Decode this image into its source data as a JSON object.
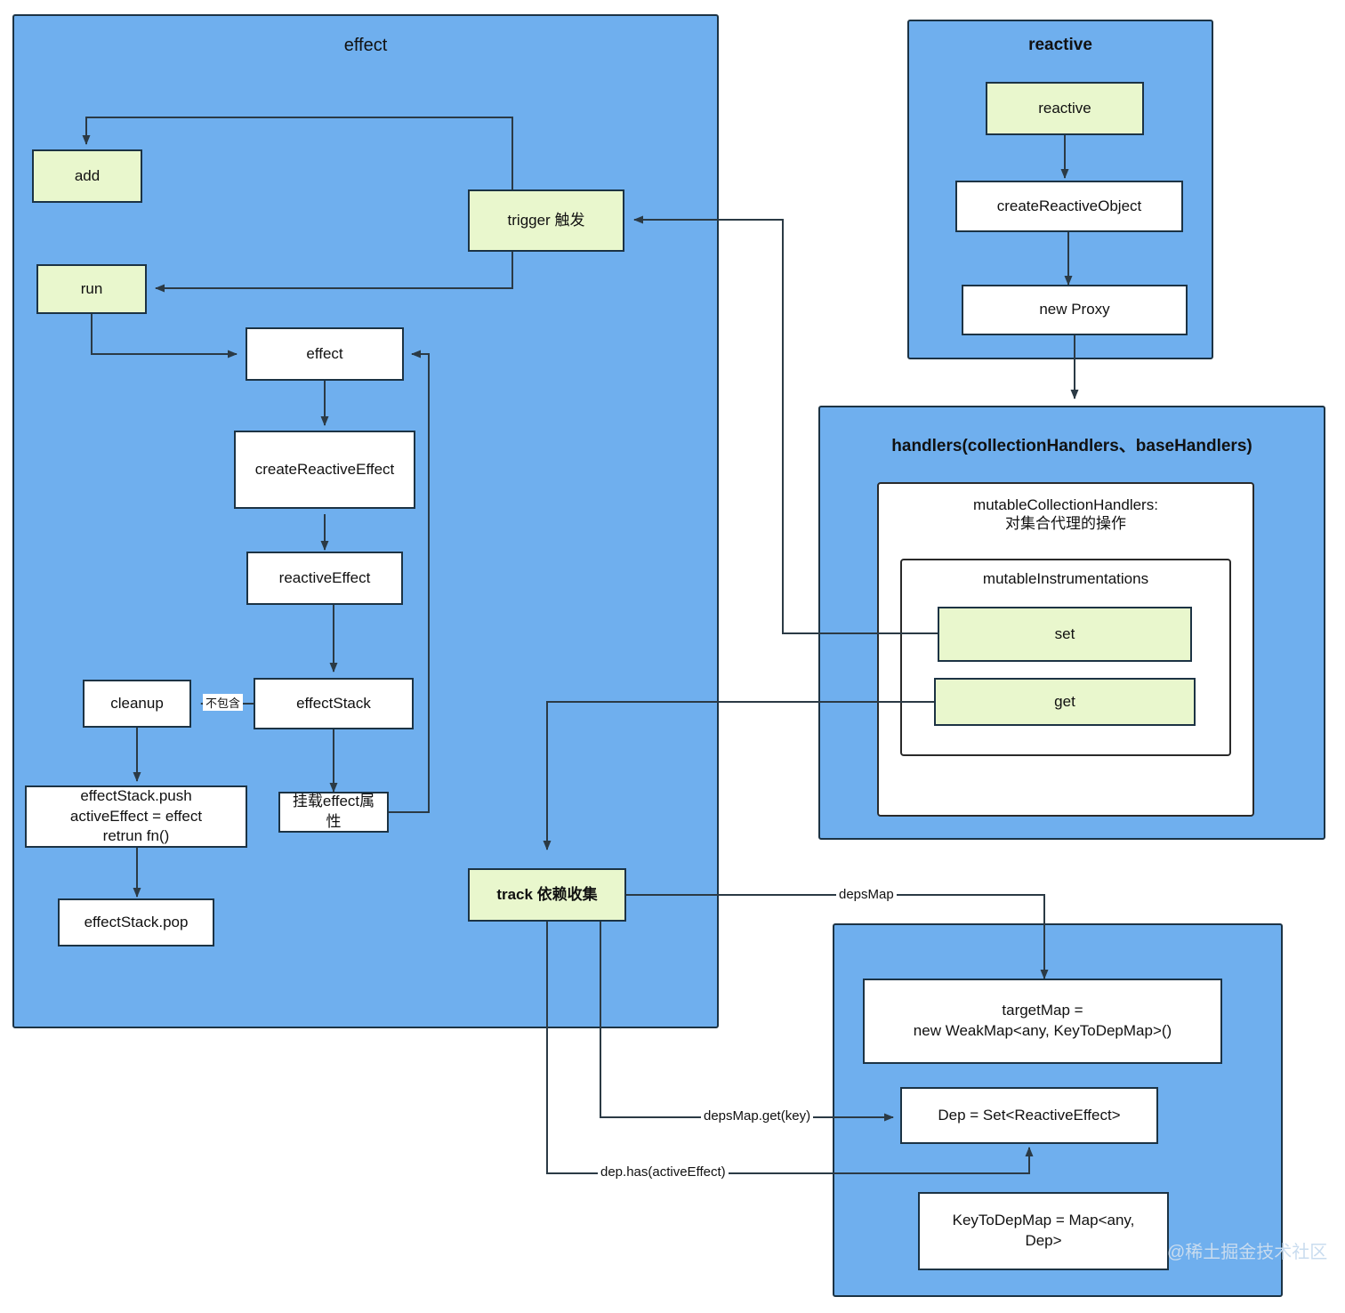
{
  "panels": {
    "effect": {
      "title": "effect"
    },
    "reactive": {
      "title": "reactive"
    },
    "handlers": {
      "title": "handlers(collectionHandlers、baseHandlers)"
    },
    "targetmap": {
      "title": ""
    }
  },
  "groups": {
    "mutable_collection_handlers": {
      "line1": "mutableCollectionHandlers:",
      "line2": "对集合代理的操作"
    },
    "mutable_instrumentations": {
      "title": "mutableInstrumentations"
    }
  },
  "nodes": {
    "add": "add",
    "trigger": "trigger 触发",
    "run": "run",
    "effect": "effect",
    "create_reactive_effect": "createReactiveEffect",
    "reactive_effect": "reactiveEffect",
    "cleanup": "cleanup",
    "effect_stack": "effectStack",
    "effect_stack_push": "effectStack.push\nactiveEffect = effect\nretrun fn()",
    "mount_effect_props": "挂载effect属\n性",
    "effect_stack_pop": "effectStack.pop",
    "track": "track 依赖收集",
    "reactive": "reactive",
    "create_reactive_object": "createReactiveObject",
    "new_proxy": "new Proxy",
    "set": "set",
    "get": "get",
    "target_map": "targetMap =\nnew WeakMap<any, KeyToDepMap>()",
    "dep": "Dep = Set<ReactiveEffect>",
    "key_to_dep_map": "KeyToDepMap = Map<any,\nDep>"
  },
  "edge_labels": {
    "not_contain": "不包含",
    "deps_map": "depsMap",
    "deps_map_get_key": "depsMap.get(key)",
    "dep_has_active_effect": "dep.has(activeEffect)"
  },
  "watermark": "@稀土掘金技术社区",
  "colors": {
    "panel_blue": "#6fafee",
    "node_green": "#e9f7cd",
    "node_white": "#ffffff",
    "stroke": "#1c3344"
  }
}
